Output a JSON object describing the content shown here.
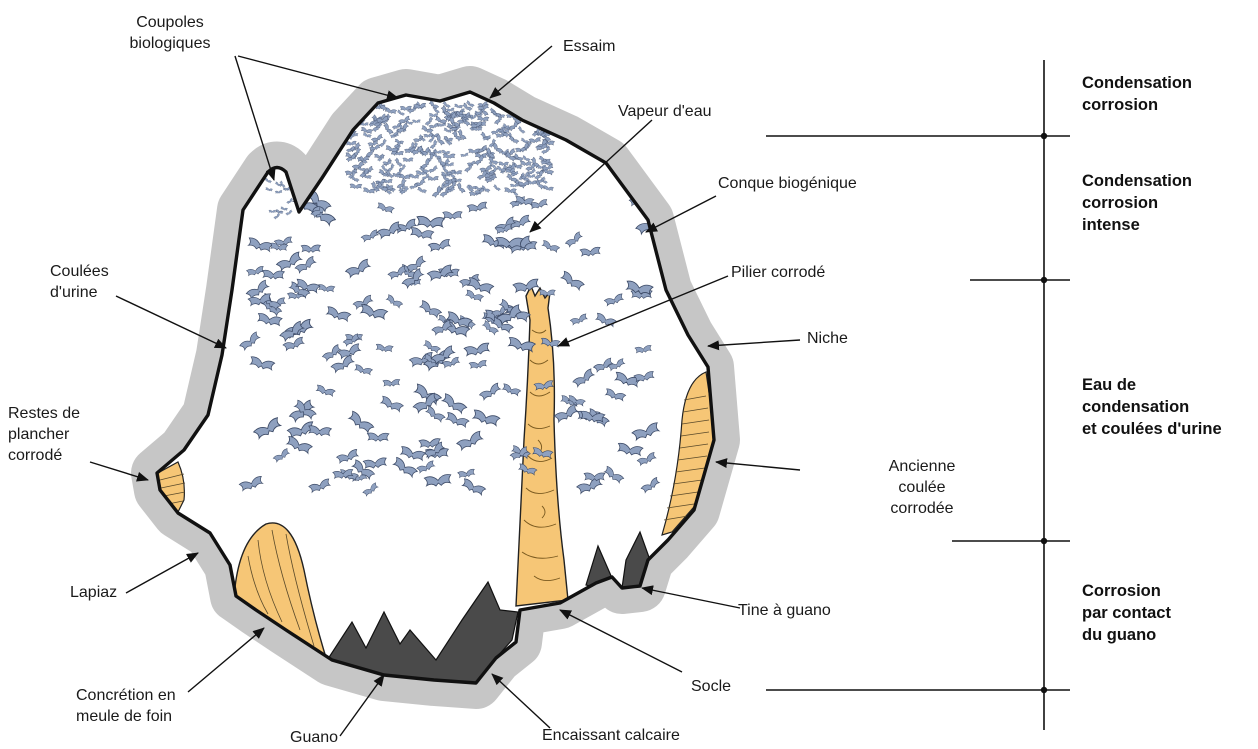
{
  "colors": {
    "rock_halo": "#c6c6c6",
    "cave_outline": "#111111",
    "pillar": "#f6c676",
    "guano": "#4a4a4a",
    "bats": "#8ea0bf",
    "text": "#1a1a1a"
  },
  "labels": {
    "coupoles": "Coupoles\nbiologiques",
    "essaim": "Essaim",
    "vapeur": "Vapeur d'eau",
    "conque": "Conque biogénique",
    "coulees_urine": "Coulées\nd'urine",
    "pilier": "Pilier corrodé",
    "niche": "Niche",
    "restes": "Restes de\nplancher\ncorrodé",
    "ancienne": "Ancienne\ncoulée\ncorrodée",
    "lapiaz": "Lapiaz",
    "tine": "Tine à guano",
    "socle": "Socle",
    "concretion": "Concrétion en\nmeule de foin",
    "guano": "Guano",
    "encaissant": "Encaissant calcaire"
  },
  "zones": [
    {
      "text": "Condensation\ncorrosion"
    },
    {
      "text": "Condensation\ncorrosion\nintense"
    },
    {
      "text": "Eau de\ncondensation\net coulées d'urine"
    },
    {
      "text": "Corrosion\npar contact\ndu guano"
    }
  ],
  "icons": [
    "bat-icon",
    "arrow-icon"
  ]
}
